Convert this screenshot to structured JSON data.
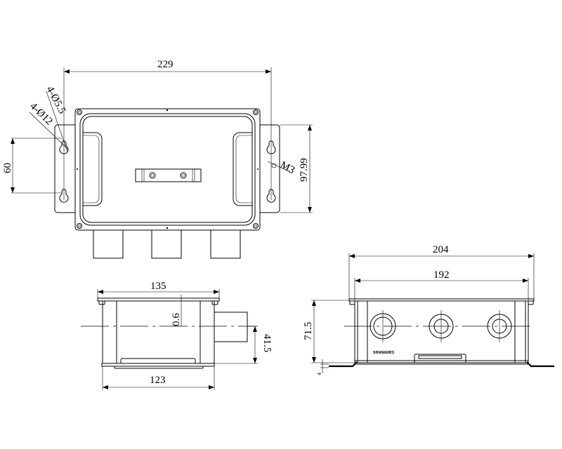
{
  "top_view": {
    "width_dim": "229",
    "hole_small": "4-Ø5.5",
    "hole_large": "4-Ø12",
    "hole_spacing": "60",
    "thread": "M3",
    "height_dim": "97.99"
  },
  "side_view": {
    "top_width": "135",
    "lid_gap": "0.6",
    "gland_height": "41.5",
    "bottom_width": "123"
  },
  "front_view": {
    "outer_width": "204",
    "inner_width": "192",
    "height": "71.5",
    "flange_thickness": "4",
    "logo_text": "canmeas"
  }
}
